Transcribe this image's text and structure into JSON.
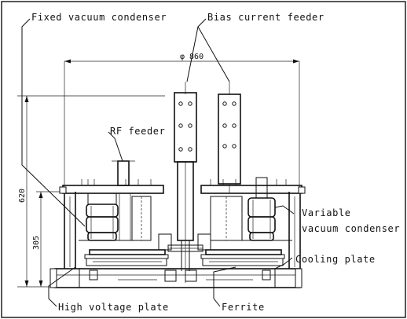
{
  "labels": {
    "fixed_vacuum_condenser": "Fixed vacuum condenser",
    "bias_current_feeder": "Bias current feeder",
    "rf_feeder": "RF feeder",
    "variable_vacuum_condenser_line1": "Variable",
    "variable_vacuum_condenser_line2": "vacuum condenser",
    "cooling_plate": "Cooling plate",
    "high_voltage_plate": "High voltage plate",
    "ferrite": "Ferrite"
  },
  "dimensions": {
    "width": "φ 860",
    "total_height": "620",
    "lower_height": "305"
  }
}
